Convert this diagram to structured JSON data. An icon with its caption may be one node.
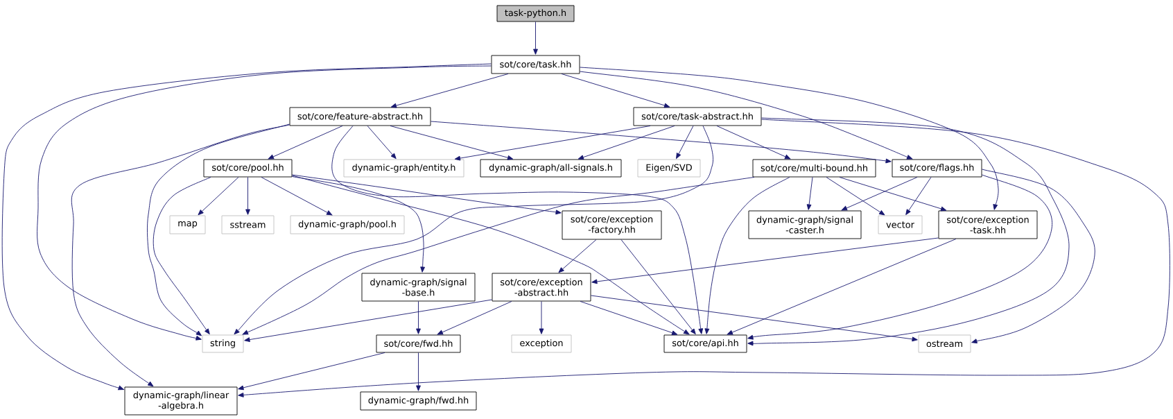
{
  "diagram": {
    "nodes": [
      {
        "text": [
          "task-python.h"
        ]
      },
      {
        "text": [
          "sot/core/task.hh"
        ]
      },
      {
        "text": [
          "sot/core/feature-abstract.hh"
        ]
      },
      {
        "text": [
          "sot/core/task-abstract.hh"
        ]
      },
      {
        "text": [
          "sot/core/pool.hh"
        ]
      },
      {
        "text": [
          "dynamic-graph/entity.h"
        ]
      },
      {
        "text": [
          "dynamic-graph/all-signals.h"
        ]
      },
      {
        "text": [
          "Eigen/SVD"
        ]
      },
      {
        "text": [
          "sot/core/multi-bound.hh"
        ]
      },
      {
        "text": [
          "sot/core/flags.hh"
        ]
      },
      {
        "text": [
          "map"
        ]
      },
      {
        "text": [
          "sstream"
        ]
      },
      {
        "text": [
          "dynamic-graph/pool.h"
        ]
      },
      {
        "text": [
          "sot/core/exception -factory.hh"
        ]
      },
      {
        "text": [
          "dynamic-graph/signal -caster.h"
        ]
      },
      {
        "text": [
          "vector"
        ]
      },
      {
        "text": [
          "sot/core/exception -task.hh"
        ]
      },
      {
        "text": [
          "dynamic-graph/signal -base.h"
        ]
      },
      {
        "text": [
          "sot/core/exception -abstract.hh"
        ]
      },
      {
        "text": [
          "string"
        ]
      },
      {
        "text": [
          "sot/core/fwd.hh"
        ]
      },
      {
        "text": [
          "exception"
        ]
      },
      {
        "text": [
          "sot/core/api.hh"
        ]
      },
      {
        "text": [
          "ostream"
        ]
      },
      {
        "text": [
          "dynamic-graph/linear -algebra.h"
        ]
      },
      {
        "text": [
          "dynamic-graph/fwd.hh"
        ]
      }
    ],
    "edges": [
      {
        "from": 0,
        "to": 1,
        "arrow": "to"
      },
      {
        "from": 1,
        "to": 2,
        "arrow": "to"
      },
      {
        "from": 1,
        "to": 3,
        "arrow": "to"
      },
      {
        "from": 1,
        "to": 19,
        "arrow": "to"
      },
      {
        "from": 1,
        "to": 24,
        "arrow": "to"
      },
      {
        "from": 1,
        "to": 9,
        "arrow": "to"
      },
      {
        "from": 1,
        "to": 16,
        "arrow": "to"
      },
      {
        "from": 2,
        "to": 4,
        "arrow": "to"
      },
      {
        "from": 2,
        "to": 5,
        "arrow": "to"
      },
      {
        "from": 2,
        "to": 6,
        "arrow": "to"
      },
      {
        "from": 2,
        "to": 9,
        "arrow": "to"
      },
      {
        "from": 2,
        "to": 19,
        "arrow": "to"
      },
      {
        "from": 2,
        "to": 22,
        "arrow": "to"
      },
      {
        "from": 2,
        "to": 24,
        "arrow": "to"
      },
      {
        "from": 3,
        "to": 5,
        "arrow": "to"
      },
      {
        "from": 3,
        "to": 6,
        "arrow": "to"
      },
      {
        "from": 3,
        "to": 7,
        "arrow": "to"
      },
      {
        "from": 3,
        "to": 8,
        "arrow": "to"
      },
      {
        "from": 3,
        "to": 19,
        "arrow": "to"
      },
      {
        "from": 3,
        "to": 22,
        "arrow": "to"
      },
      {
        "from": 3,
        "to": 24,
        "arrow": "to"
      },
      {
        "from": 4,
        "to": 10,
        "arrow": "to"
      },
      {
        "from": 4,
        "to": 11,
        "arrow": "to"
      },
      {
        "from": 4,
        "to": 12,
        "arrow": "to"
      },
      {
        "from": 4,
        "to": 13,
        "arrow": "to"
      },
      {
        "from": 4,
        "to": 17,
        "arrow": "to"
      },
      {
        "from": 4,
        "to": 19,
        "arrow": "to"
      },
      {
        "from": 4,
        "to": 22,
        "arrow": "to"
      },
      {
        "from": 8,
        "to": 14,
        "arrow": "to"
      },
      {
        "from": 8,
        "to": 15,
        "arrow": "to"
      },
      {
        "from": 8,
        "to": 16,
        "arrow": "to"
      },
      {
        "from": 8,
        "to": 19,
        "arrow": "to"
      },
      {
        "from": 8,
        "to": 22,
        "arrow": "to"
      },
      {
        "from": 9,
        "to": 14,
        "arrow": "to"
      },
      {
        "from": 9,
        "to": 15,
        "arrow": "to"
      },
      {
        "from": 9,
        "to": 22,
        "arrow": "to"
      },
      {
        "from": 9,
        "to": 23,
        "arrow": "to"
      },
      {
        "from": 13,
        "to": 18,
        "arrow": "to"
      },
      {
        "from": 13,
        "to": 22,
        "arrow": "to"
      },
      {
        "from": 16,
        "to": 18,
        "arrow": "to"
      },
      {
        "from": 16,
        "to": 22,
        "arrow": "to"
      },
      {
        "from": 17,
        "to": 20,
        "arrow": "to"
      },
      {
        "from": 18,
        "to": 19,
        "arrow": "to"
      },
      {
        "from": 18,
        "to": 20,
        "arrow": "to"
      },
      {
        "from": 18,
        "to": 21,
        "arrow": "to"
      },
      {
        "from": 18,
        "to": 22,
        "arrow": "to"
      },
      {
        "from": 18,
        "to": 23,
        "arrow": "to"
      },
      {
        "from": 20,
        "to": 24,
        "arrow": "to"
      },
      {
        "from": 20,
        "to": 25,
        "arrow": "to"
      }
    ]
  }
}
